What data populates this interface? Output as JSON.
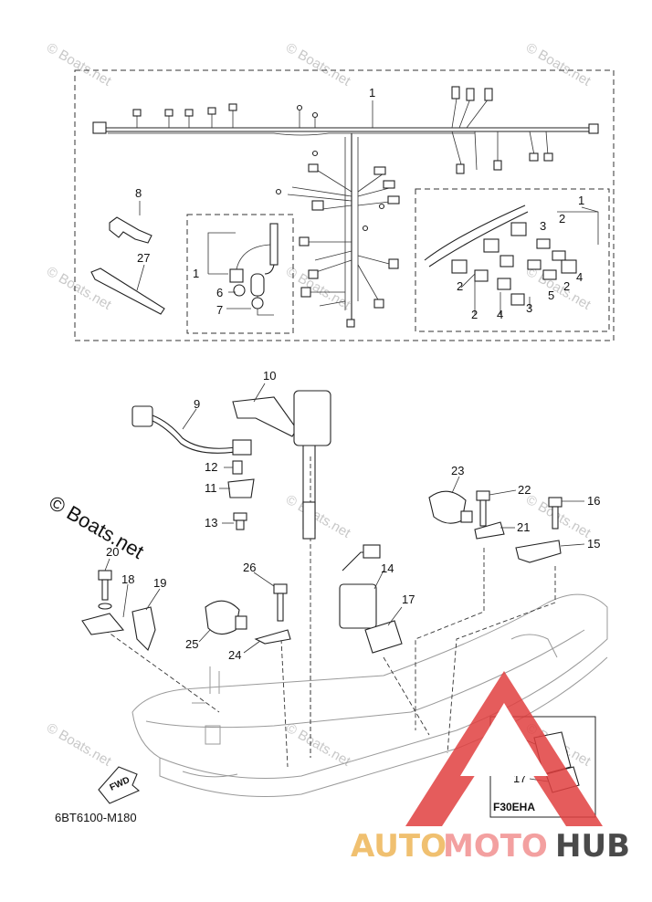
{
  "watermarks": {
    "text": "© Boats.net",
    "large": "© Boats.net"
  },
  "labels": {
    "l1_main": "1",
    "l1_inset_left": "1",
    "l1_inset_right": "1",
    "l2a": "2",
    "l2b": "2",
    "l2c": "2",
    "l2d": "2",
    "l3a": "3",
    "l3b": "3",
    "l4a": "4",
    "l4b": "4",
    "l5": "5",
    "l6": "6",
    "l7": "7",
    "l8": "8",
    "l9": "9",
    "l10": "10",
    "l11": "11",
    "l12": "12",
    "l13": "13",
    "l14": "14",
    "l14_inset": "14",
    "l15": "15",
    "l16": "16",
    "l17": "17",
    "l17_inset": "17",
    "l18": "18",
    "l19": "19",
    "l20": "20",
    "l21": "21",
    "l22": "22",
    "l23": "23",
    "l24": "24",
    "l25": "25",
    "l26": "26",
    "l27": "27"
  },
  "fwd_label": "FWD",
  "inset_model": "F30EHA",
  "part_code": "6BT6100-M180",
  "logo": {
    "part1": "AUTO",
    "part2": "MOTO",
    "part3": "HUB",
    "colors": {
      "auto": "#f0c070",
      "moto": "#f3a0a0",
      "hub": "#4a4a4a",
      "triangle": "#e04040"
    }
  }
}
